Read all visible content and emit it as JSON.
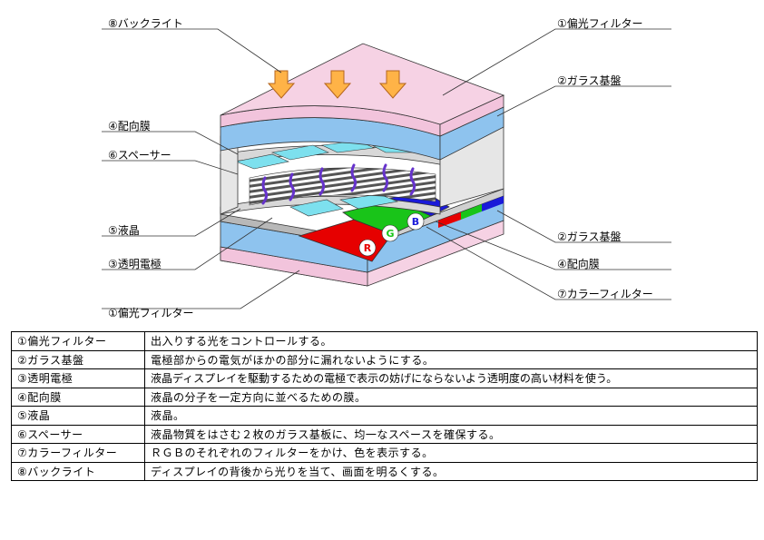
{
  "callouts": {
    "backlight": "⑧バックライト",
    "polarizer_top": "①偏光フィルター",
    "glass_top": "②ガラス基盤",
    "alignment_left": "④配向膜",
    "spacer": "⑥スペーサー",
    "liquid_crystal": "⑤液晶",
    "electrode": "③透明電極",
    "polarizer_bottom": "①偏光フィルター",
    "glass_right": "②ガラス基盤",
    "alignment_right": "④配向膜",
    "color_filter": "⑦カラーフィルター"
  },
  "rgb": {
    "r": "R",
    "g": "G",
    "b": "B"
  },
  "legend": [
    {
      "term": "①偏光フィルター",
      "desc": "出入りする光をコントロールする。"
    },
    {
      "term": "②ガラス基盤",
      "desc": "電極部からの電気がほかの部分に漏れないようにする。"
    },
    {
      "term": "③透明電極",
      "desc": "液晶ディスプレイを駆動するための電極で表示の妨げにならないよう透明度の高い材料を使う。"
    },
    {
      "term": "④配向膜",
      "desc": "液晶の分子を一定方向に並べるための膜。"
    },
    {
      "term": "⑤液晶",
      "desc": "液晶。"
    },
    {
      "term": "⑥スペーサー",
      "desc": "液晶物質をはさむ２枚のガラス基板に、均一なスペースを確保する。"
    },
    {
      "term": "⑦カラーフィルター",
      "desc": "ＲＧＢのそれぞれのフィルターをかけ、色を表示する。"
    },
    {
      "term": "⑧バックライト",
      "desc": "ディスプレイの背後から光りを当て、画面を明るくする。"
    }
  ],
  "colors": {
    "polarizer": "#f6d2e4",
    "glass": "#8ec3ee",
    "electrode": "#b8b8b8",
    "spacer": "#7de0ee",
    "red": "#e60000",
    "green": "#19c419",
    "blue": "#1a1ad9",
    "arrow": "#ffb347"
  }
}
